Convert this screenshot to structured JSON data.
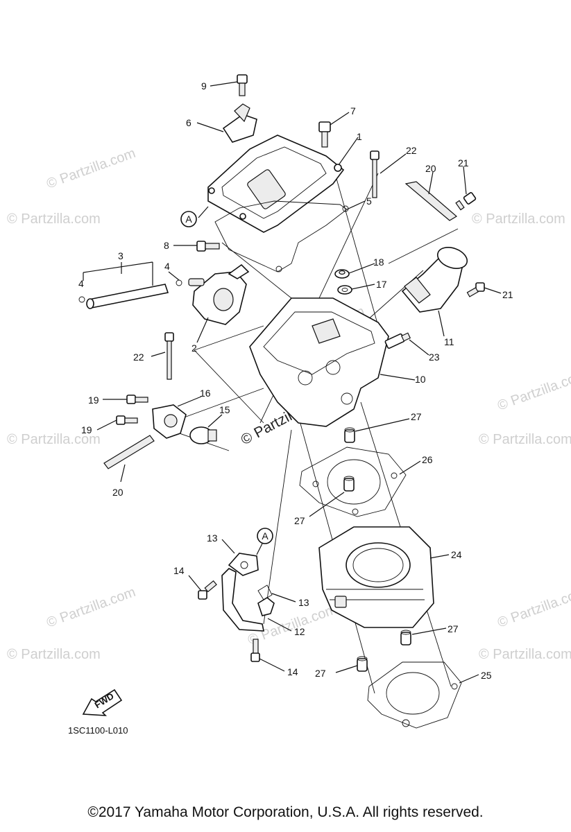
{
  "diagram_code": "1SC1100-L010",
  "fwd_label": "FWD",
  "watermark": "© Partzilla.com",
  "copyright": "©2017 Yamaha Motor Corporation, U.S.A. All rights reserved.",
  "callouts": {
    "c1": "1",
    "c2": "2",
    "c3": "3",
    "c4a": "4",
    "c4b": "4",
    "c5": "5",
    "c6": "6",
    "c7": "7",
    "c8": "8",
    "c9": "9",
    "c10": "10",
    "c11": "11",
    "c12": "12",
    "c13a": "13",
    "c13b": "13",
    "c14a": "14",
    "c14b": "14",
    "c15": "15",
    "c16": "16",
    "c17": "17",
    "c18": "18",
    "c19a": "19",
    "c19b": "19",
    "c20a": "20",
    "c20b": "20",
    "c21a": "21",
    "c21b": "21",
    "c22a": "22",
    "c22b": "22",
    "c23": "23",
    "c24": "24",
    "c25": "25",
    "c26": "26",
    "c27a": "27",
    "c27b": "27",
    "c27c": "27",
    "c27d": "27",
    "refA1": "A",
    "refA2": "A"
  }
}
